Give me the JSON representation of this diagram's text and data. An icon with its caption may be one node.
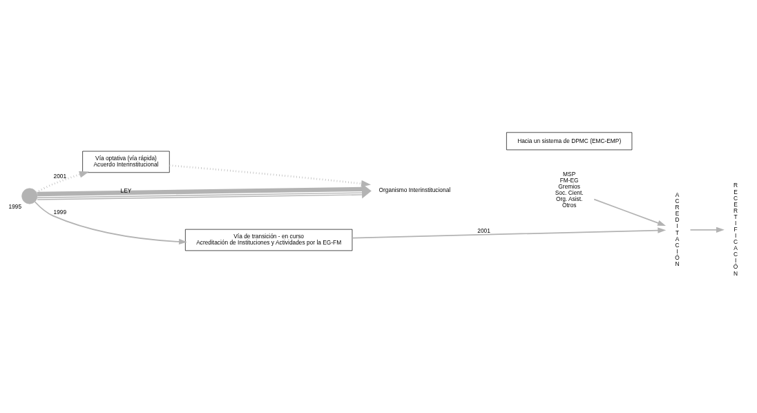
{
  "diagram": {
    "nodes": [
      {
        "text": [],
        "shape": "circle",
        "beside": [
          "1995"
        ]
      },
      {
        "text": [
          "Vía optativa (vía rápida)",
          "Acuerdo Interinstitucional"
        ]
      },
      {
        "text": [
          "Hacia un sistema de DPMC (EMC-EMP)"
        ]
      },
      {
        "text": [
          "Organismo Interinstitucional"
        ]
      },
      {
        "text": [
          "MSP",
          "FM-EG",
          "Gremios",
          "Soc. Cient.",
          "Org. Asist.",
          "Otros"
        ]
      },
      {
        "text": [
          "ACREDITACIÓN"
        ]
      },
      {
        "text": [
          "RECERTIFICACIÓN"
        ]
      },
      {
        "text": [
          "Vía de transición - en curso",
          "Acreditación de Instituciones y Actividades por la EG-FM"
        ]
      }
    ],
    "edges": [
      {
        "from": 0,
        "to": 1,
        "arrow": "to",
        "label": "2001",
        "style": "dashed"
      },
      {
        "from": 1,
        "to": 3,
        "arrow": "to",
        "style": "dashed"
      },
      {
        "from": 0,
        "to": 3,
        "arrow": "to",
        "label": "LEY",
        "style": "thick"
      },
      {
        "from": 0,
        "to": 7,
        "arrow": "to",
        "label": "1999"
      },
      {
        "from": 7,
        "to": 5,
        "arrow": "to",
        "label": "2001"
      },
      {
        "from": 4,
        "to": 5,
        "arrow": "to"
      },
      {
        "from": 5,
        "to": 6,
        "arrow": "to"
      }
    ]
  }
}
